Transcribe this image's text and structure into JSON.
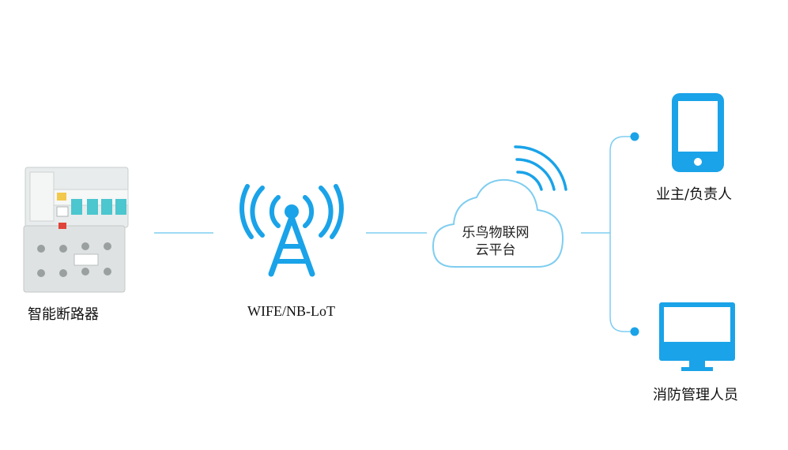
{
  "colors": {
    "accent": "#1aa3e8",
    "line": "#7fcdf0"
  },
  "nodes": {
    "breaker": {
      "label": "智能断路器",
      "icon": "circuit-breaker-image"
    },
    "antenna": {
      "label": "WIFE/NB-LoT",
      "icon": "wireless-tower-icon"
    },
    "cloud": {
      "line1": "乐鸟物联网",
      "line2": "云平台",
      "icon": "cloud-icon"
    },
    "owner": {
      "label": "业主/负责人",
      "icon": "smartphone-icon"
    },
    "fire_staff": {
      "label": "消防管理人员",
      "icon": "monitor-icon"
    }
  }
}
